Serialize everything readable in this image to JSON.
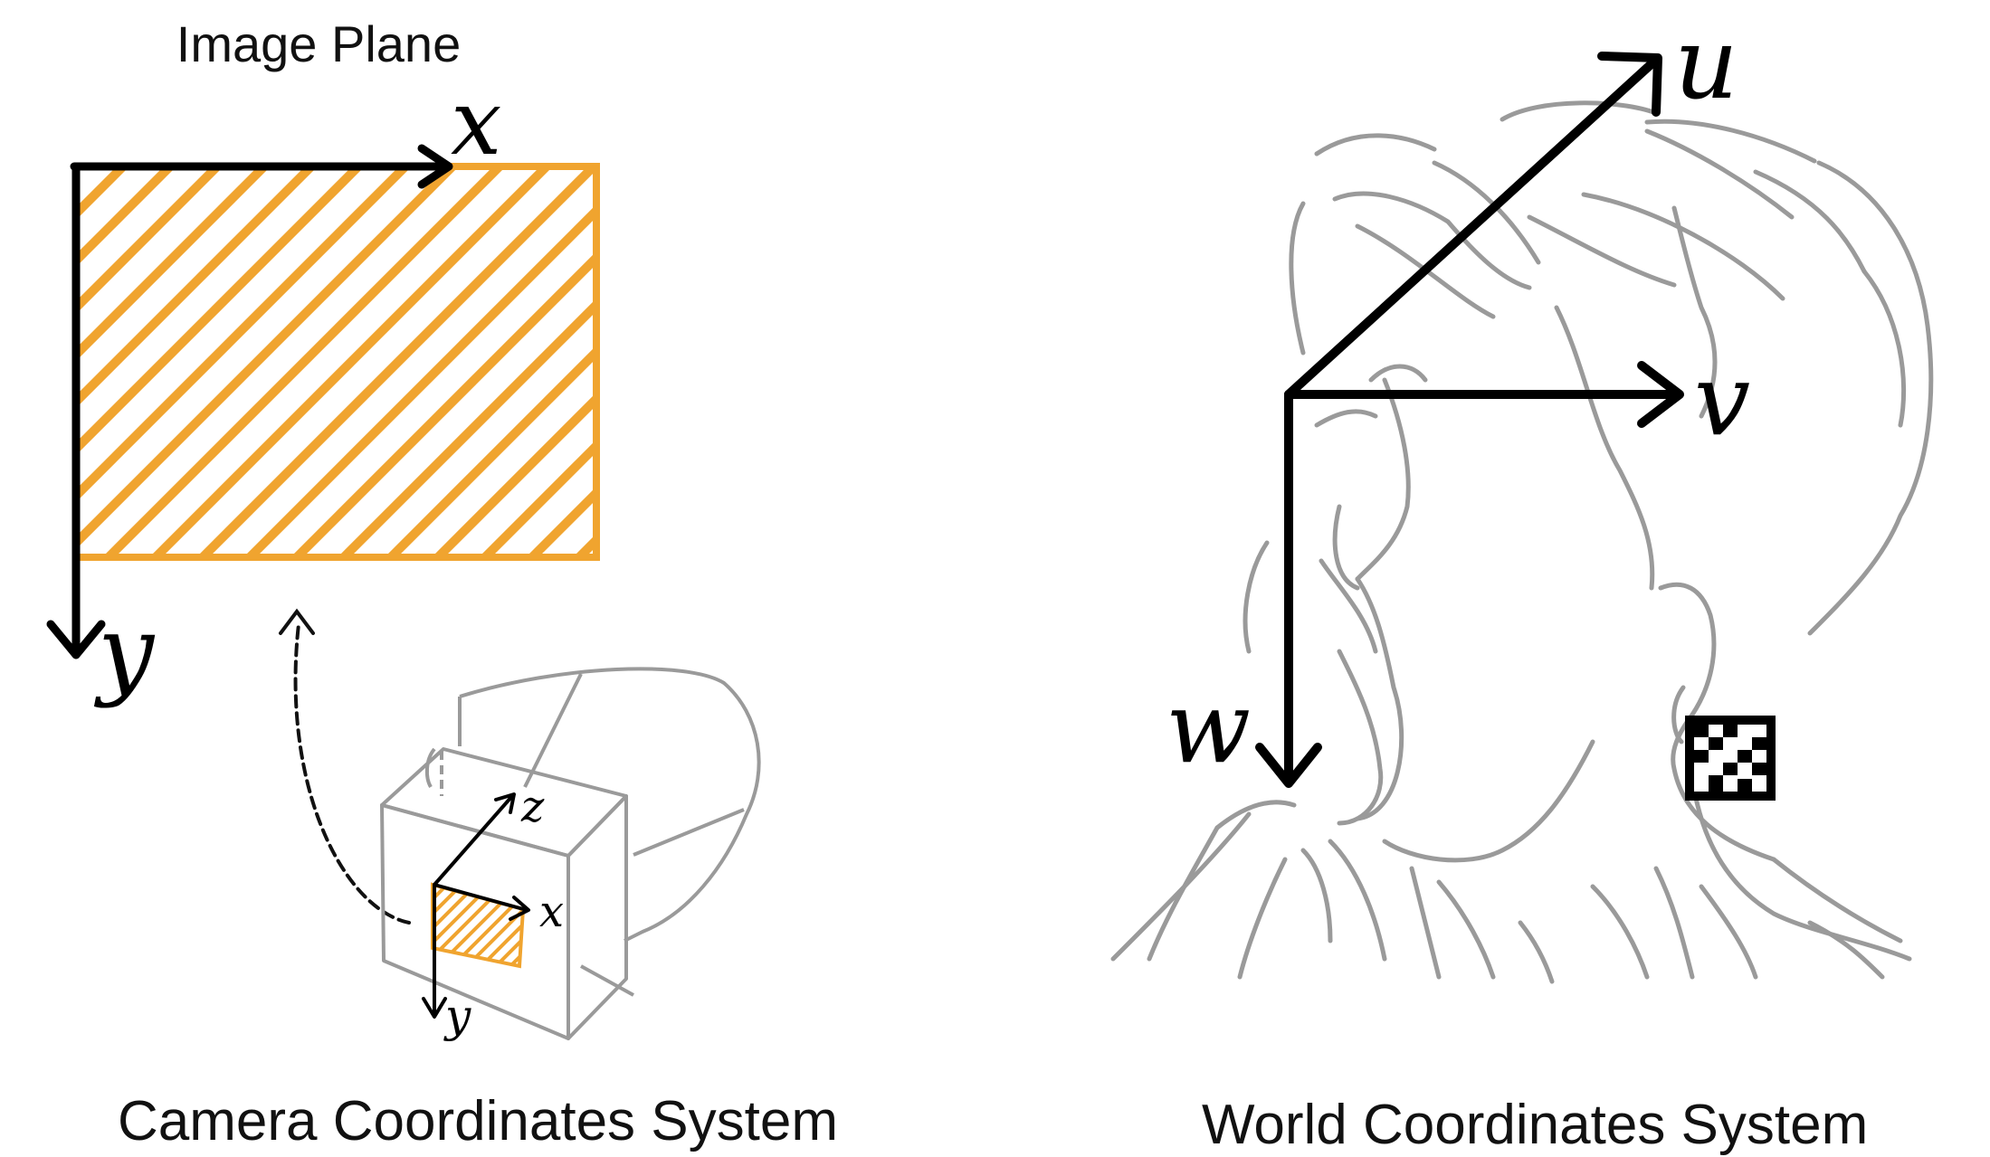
{
  "camera_panel": {
    "title": "Image Plane",
    "axis_x": "x",
    "axis_y": "y",
    "small_axis_x": "x",
    "small_axis_y": "y",
    "small_axis_z": "z",
    "caption": "Camera Coordinates System"
  },
  "world_panel": {
    "axis_u": "u",
    "axis_v": "v",
    "axis_w": "w",
    "caption": "World Coordinates System"
  },
  "colors": {
    "accent_orange": "#f0a42f",
    "sketch_gray": "#9a9a9a",
    "ink": "#000000"
  },
  "icons": [
    "camera-sketch-icon",
    "head-profile-sketch-icon",
    "fiducial-marker-icon"
  ]
}
